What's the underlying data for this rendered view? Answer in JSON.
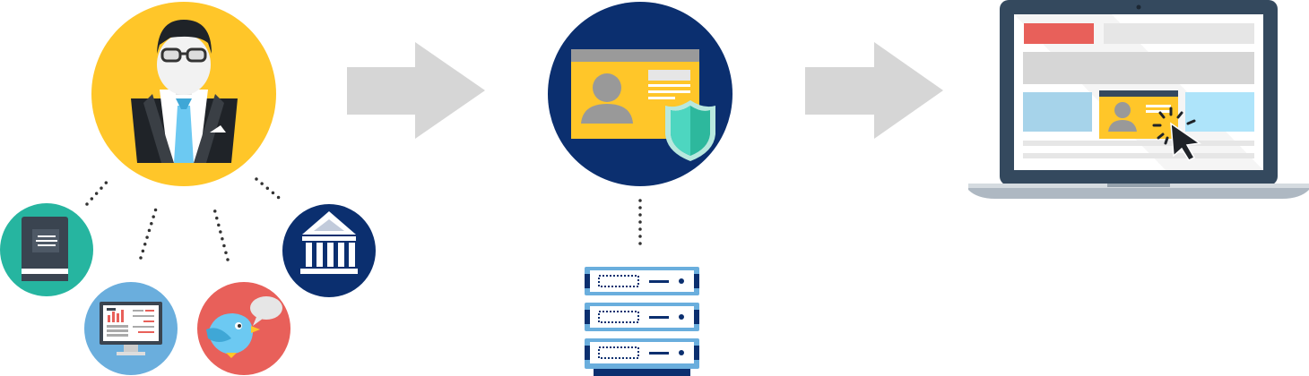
{
  "diagram": {
    "nodes": [
      {
        "id": "person",
        "icon": "businessman-icon",
        "color": "#FFC629"
      },
      {
        "id": "book",
        "icon": "book-icon",
        "color": "#26B5A0"
      },
      {
        "id": "monitor",
        "icon": "analytics-monitor-icon",
        "color": "#6AAEDD"
      },
      {
        "id": "social",
        "icon": "bird-chat-icon",
        "color": "#E8605A"
      },
      {
        "id": "bank",
        "icon": "bank-icon",
        "color": "#0B2F6F"
      },
      {
        "id": "identity",
        "icon": "secure-id-card-icon",
        "color": "#0B2F6F"
      },
      {
        "id": "server",
        "icon": "server-rack-icon",
        "color": "#6AAEDD"
      },
      {
        "id": "laptop",
        "icon": "laptop-webpage-icon",
        "color": "#34495E"
      }
    ],
    "arrow_color": "#D6D6D6",
    "connector_color": "#333333"
  }
}
